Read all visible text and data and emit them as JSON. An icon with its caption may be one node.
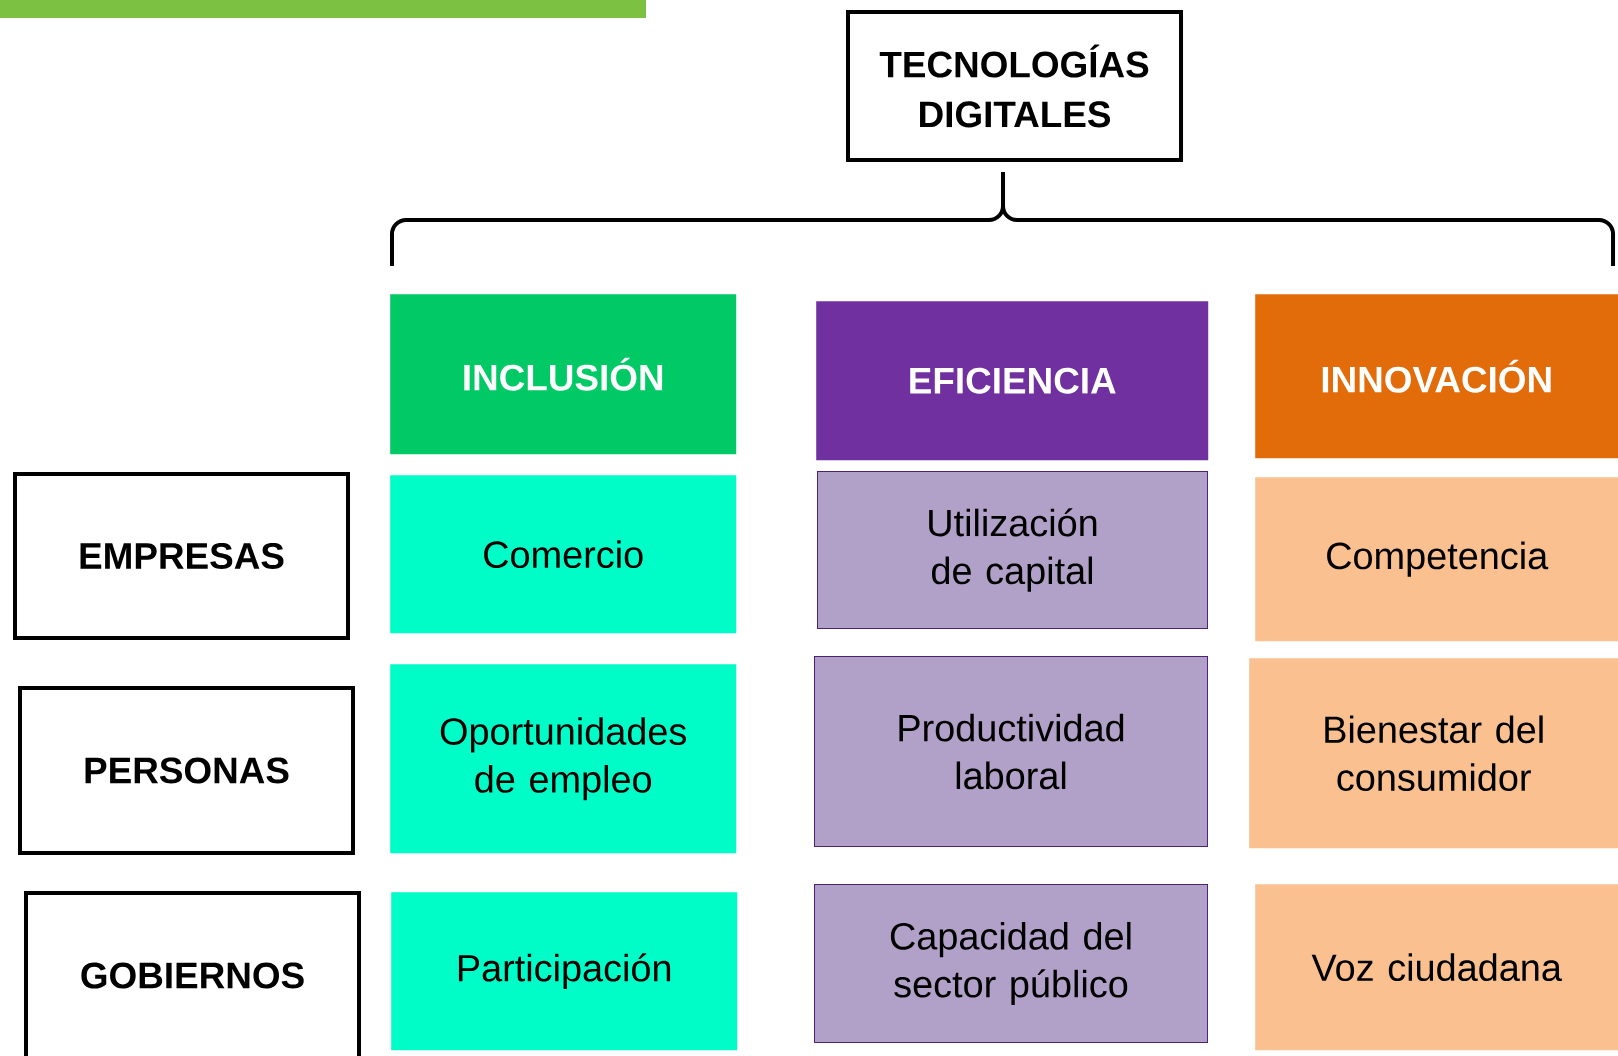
{
  "diagram": {
    "nodes": [
      {
        "text": [
          "TECNOLOGÍAS DIGITALES"
        ]
      },
      {
        "text": [
          "INCLUSIÓN"
        ]
      },
      {
        "text": [
          "EFICIENCIA"
        ]
      },
      {
        "text": [
          "INNOVACIÓN"
        ]
      },
      {
        "text": [
          "EMPRESAS"
        ]
      },
      {
        "text": [
          "Comercio"
        ]
      },
      {
        "text": [
          "Utilización de capital"
        ]
      },
      {
        "text": [
          "Competencia"
        ]
      },
      {
        "text": [
          "PERSONAS"
        ]
      },
      {
        "text": [
          "Oportunidades de empleo"
        ]
      },
      {
        "text": [
          "Productividad laboral"
        ]
      },
      {
        "text": [
          "Bienestar del consumidor"
        ]
      },
      {
        "text": [
          "GOBIERNOS"
        ]
      },
      {
        "text": [
          "Participación"
        ]
      },
      {
        "text": [
          "Capacidad del sector público"
        ]
      },
      {
        "text": [
          "Voz ciudadana"
        ]
      }
    ],
    "edges": []
  }
}
